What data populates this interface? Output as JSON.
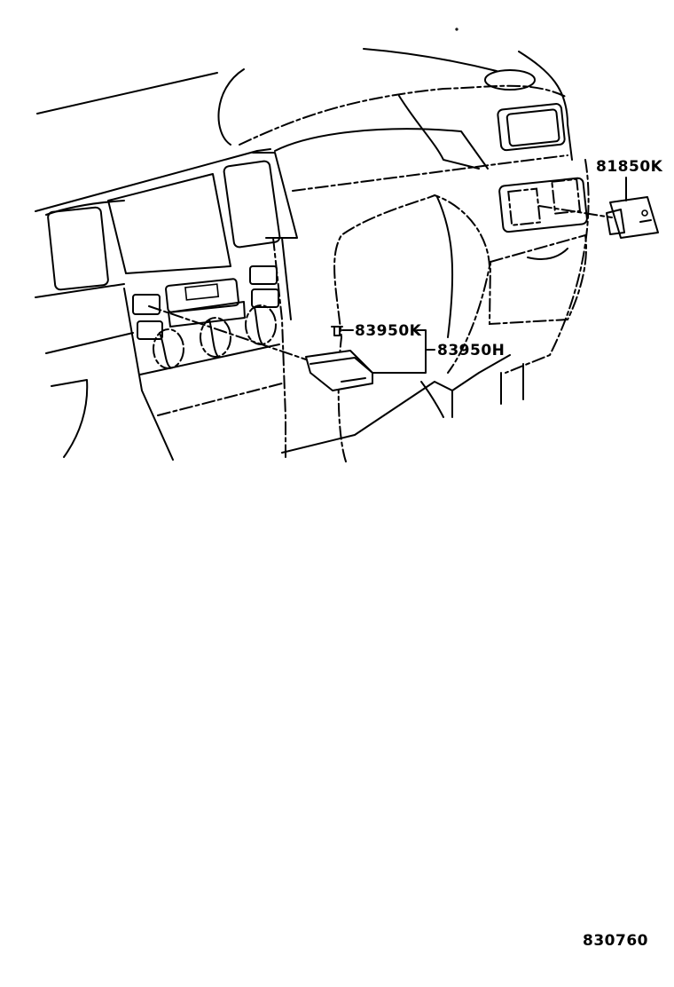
{
  "diagram": {
    "subject": "Instrument panel with switches (parts illustration)",
    "callouts": [
      {
        "id": "81850K",
        "label": "81850K",
        "target": "switch-right-of-steering-column"
      },
      {
        "id": "83950K",
        "label": "83950K",
        "target": "clip-screw"
      },
      {
        "id": "83950H",
        "label": "83950H",
        "target": "switch-module-below-center-console"
      }
    ],
    "figure_number": "830760"
  }
}
